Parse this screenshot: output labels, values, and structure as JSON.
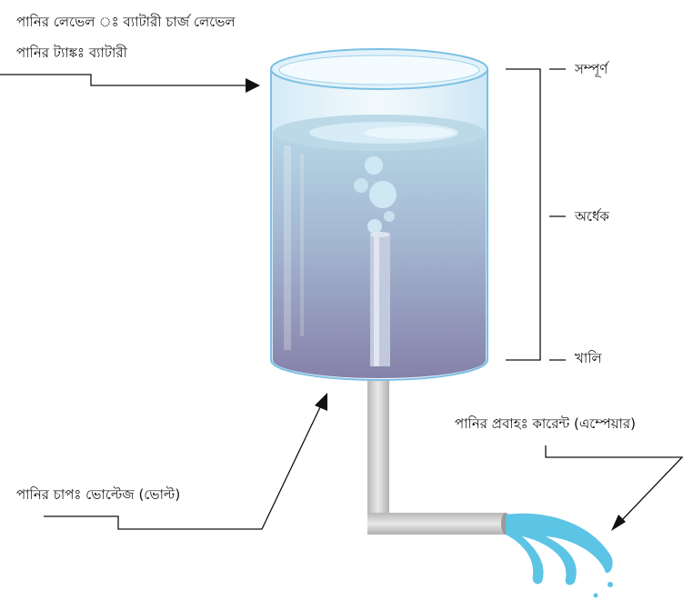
{
  "labels": {
    "water_level": "পানির লেভেল ঃ ব্যাটারী চার্জ লেভেল",
    "water_tank": "পানির ট্যাঙ্কঃ ব্যাটারী",
    "water_flow": "পানির প্রবাহঃ কারেন্ট (এম্পেয়ার)",
    "water_pressure": "পানির চাপঃ ভোল্টেজ (ভোল্ট)"
  },
  "scale": {
    "full": "সম্পূর্ণ",
    "half": "অর্ধেক",
    "empty": "খালি"
  },
  "colors": {
    "glass_outline": "#6fb8e0",
    "water_top": "#a9cde2",
    "water_bottom": "#8a87ae",
    "pipe": "#c8c8c8",
    "water_jet": "#59c3e4",
    "line": "#111111"
  }
}
